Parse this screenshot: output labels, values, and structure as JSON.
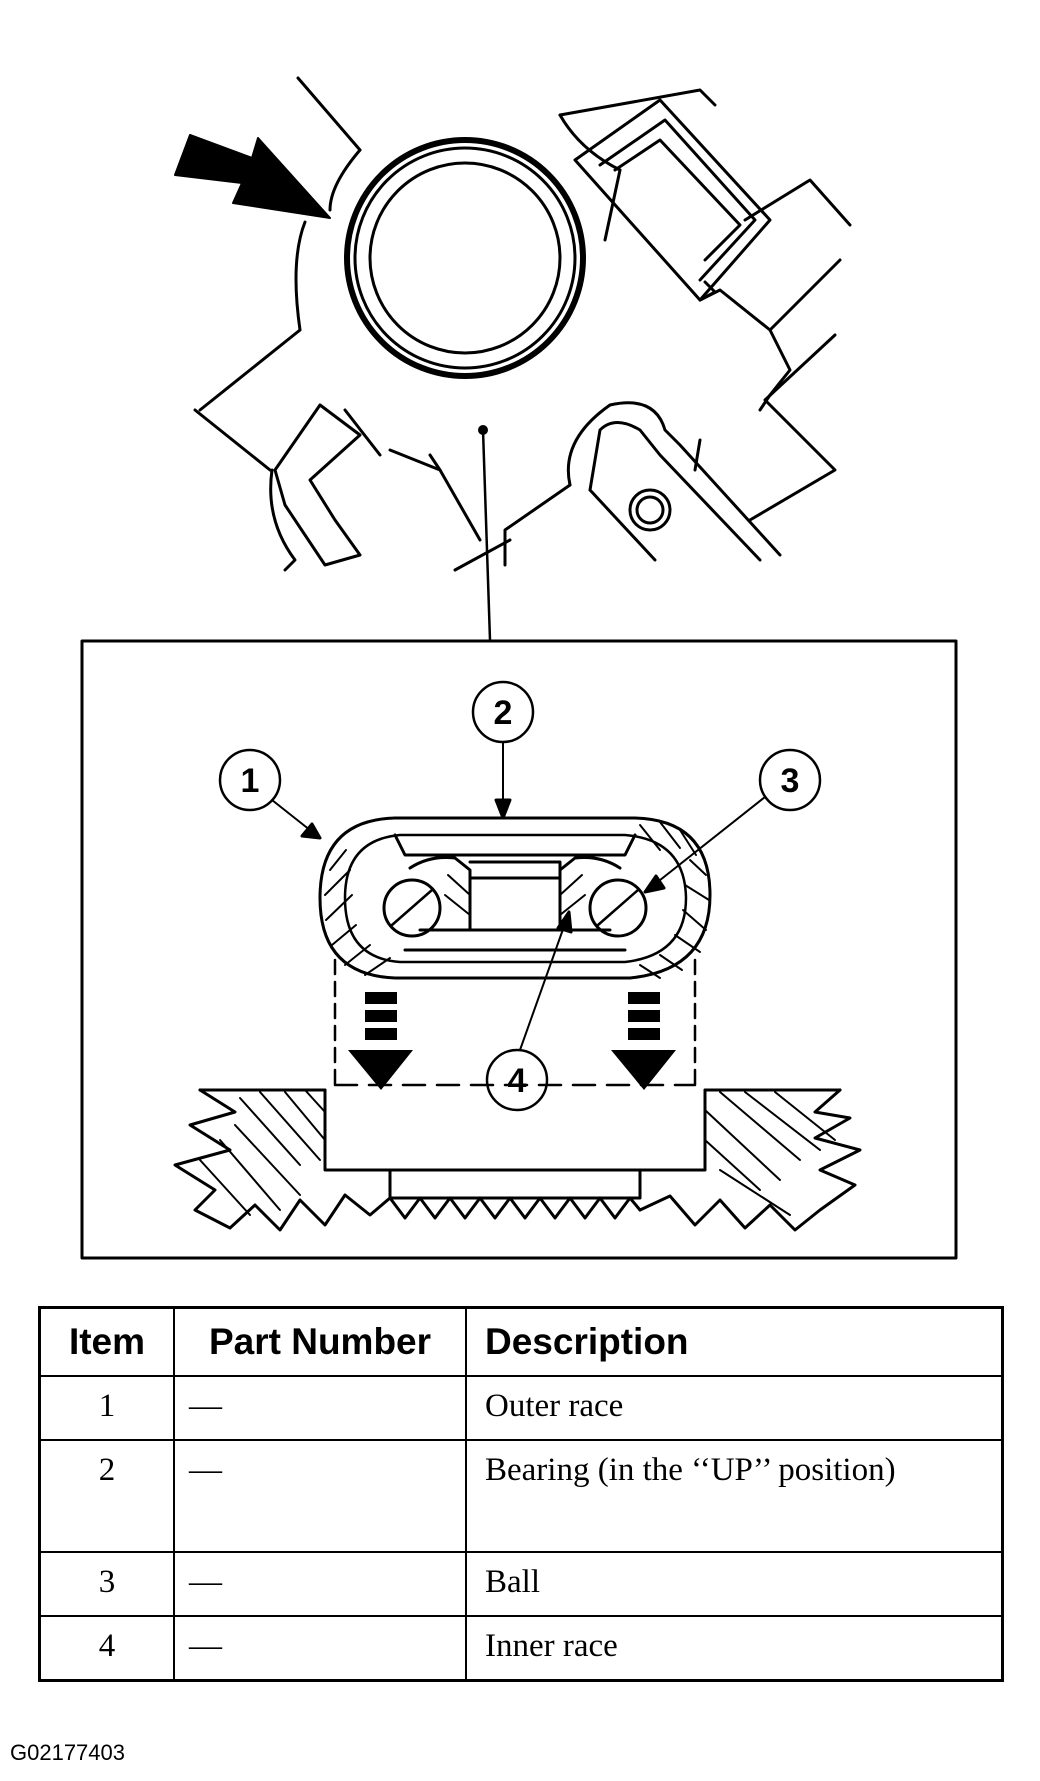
{
  "callouts": [
    "1",
    "2",
    "3",
    "4"
  ],
  "table": {
    "headers": {
      "item": "Item",
      "part_number": "Part Number",
      "description": "Description"
    },
    "rows": [
      {
        "item": "1",
        "part_number": "—",
        "description": "Outer race"
      },
      {
        "item": "2",
        "part_number": "—",
        "description": "Bearing (in the ‘‘UP’’ position)"
      },
      {
        "item": "3",
        "part_number": "—",
        "description": "Ball"
      },
      {
        "item": "4",
        "part_number": "—",
        "description": "Inner race"
      }
    ]
  },
  "figure_id": "G02177403"
}
